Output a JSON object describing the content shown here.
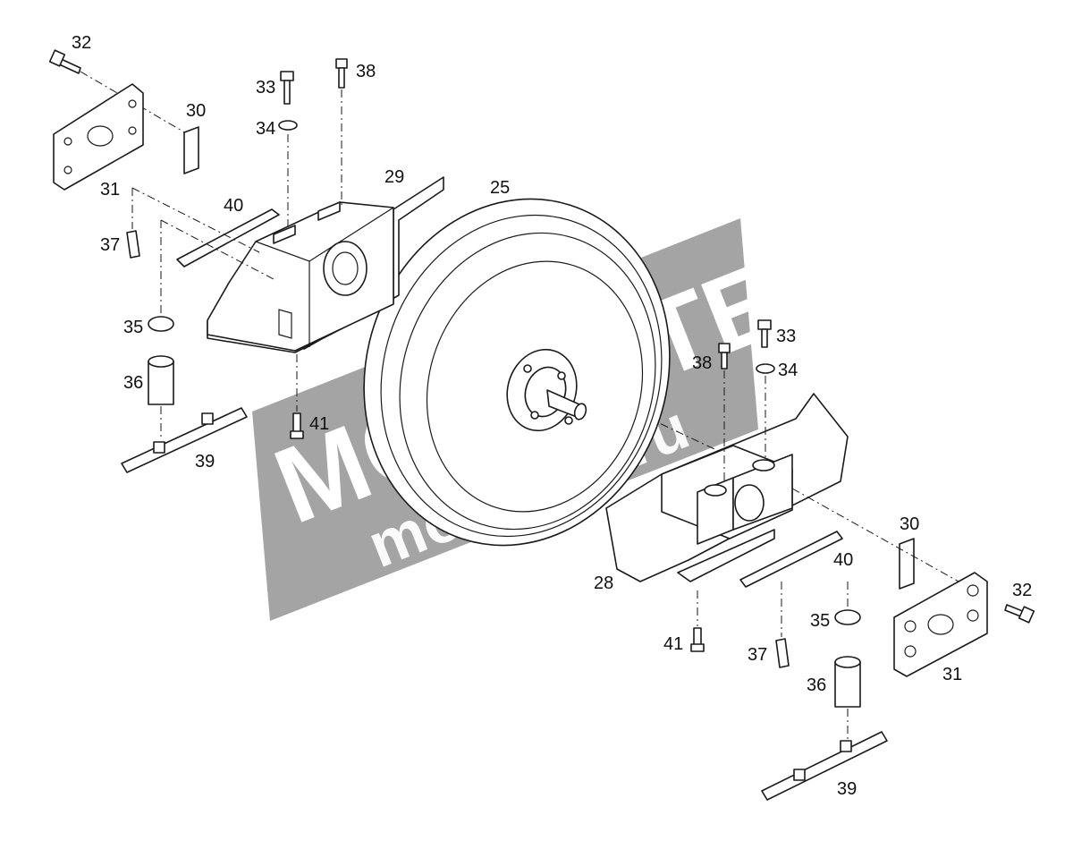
{
  "diagram": {
    "callouts": {
      "c32_left": "32",
      "c30_left": "30",
      "c31_left": "31",
      "c33_left": "33",
      "c34_left": "34",
      "c38_left": "38",
      "c29": "29",
      "c40_left": "40",
      "c37_left": "37",
      "c35_left": "35",
      "c36_left": "36",
      "c41_left": "41",
      "c39_left": "39",
      "c25": "25",
      "c33_right": "33",
      "c38_right": "38",
      "c34_right": "34",
      "c28": "28",
      "c30_right": "30",
      "c40_right": "40",
      "c32_right": "32",
      "c35_right": "35",
      "c41_right": "41",
      "c37_right": "37",
      "c36_right": "36",
      "c31_right": "31",
      "c39_right": "39"
    },
    "watermark": {
      "brand": "MOVENTE",
      "site": "movente.ru",
      "color": "#9a9a9a"
    },
    "colors": {
      "line": "#1a1a1a",
      "watermark_band": "#9a9a9a"
    }
  }
}
